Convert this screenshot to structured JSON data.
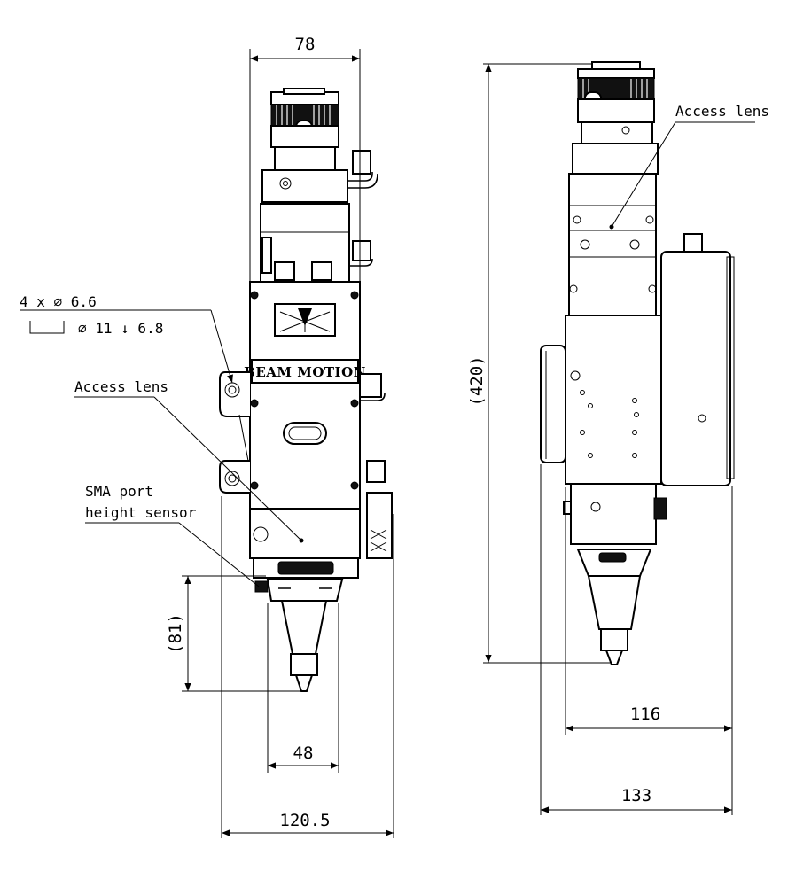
{
  "dimensions": {
    "width_top_front": "78",
    "height_total_side": "(420)",
    "nozzle_height": "(81)",
    "nozzle_width": "48",
    "total_width_front": "120.5",
    "side_width_small": "116",
    "side_width_large": "133"
  },
  "callouts": {
    "hole_spec_line1": "4 x ∅ 6.6",
    "hole_spec_line2": "∅ 11 ↓ 6.8",
    "access_lens_front": "Access lens",
    "access_lens_side": "Access lens",
    "sma_port_line1": "SMA port",
    "sma_port_line2": "height sensor"
  },
  "brand": {
    "name": "BEAM MOTION"
  },
  "colors": {
    "line": "#000000",
    "background": "#ffffff",
    "knurl": "#111111"
  }
}
